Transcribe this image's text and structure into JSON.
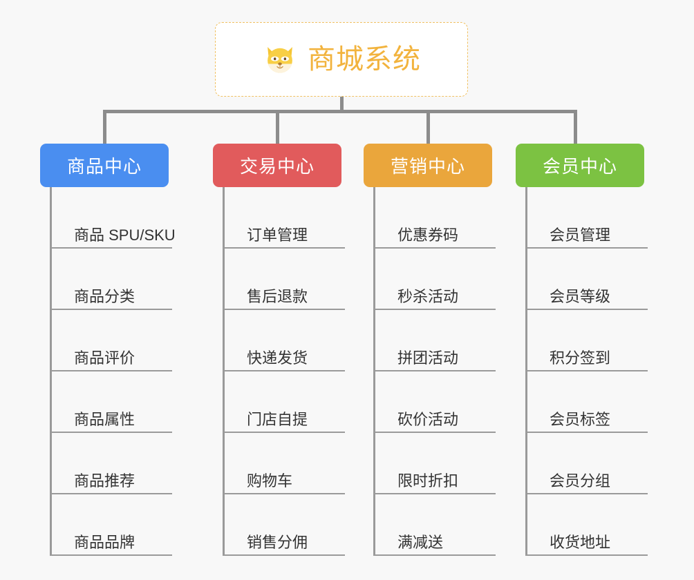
{
  "page": {
    "background_color": "#f8f8f8",
    "line_color": "#8c8c8c"
  },
  "root": {
    "title": "商城系统",
    "icon": "shiba-dog-face-emoji",
    "text_color": "#f2b33d",
    "border_color": "#f0c060",
    "background_color": "#ffffff"
  },
  "columns": [
    {
      "header": "商品中心",
      "color": "#4a8ef0",
      "items": [
        "商品 SPU/SKU",
        "商品分类",
        "商品评价",
        "商品属性",
        "商品推荐",
        "商品品牌"
      ]
    },
    {
      "header": "交易中心",
      "color": "#e15b5c",
      "items": [
        "订单管理",
        "售后退款",
        "快递发货",
        "门店自提",
        "购物车",
        "销售分佣"
      ]
    },
    {
      "header": "营销中心",
      "color": "#eaa63c",
      "items": [
        "优惠券码",
        "秒杀活动",
        "拼团活动",
        "砍价活动",
        "限时折扣",
        "满减送"
      ]
    },
    {
      "header": "会员中心",
      "color": "#7cc242",
      "items": [
        "会员管理",
        "会员等级",
        "积分签到",
        "会员标签",
        "会员分组",
        "收货地址"
      ]
    }
  ]
}
